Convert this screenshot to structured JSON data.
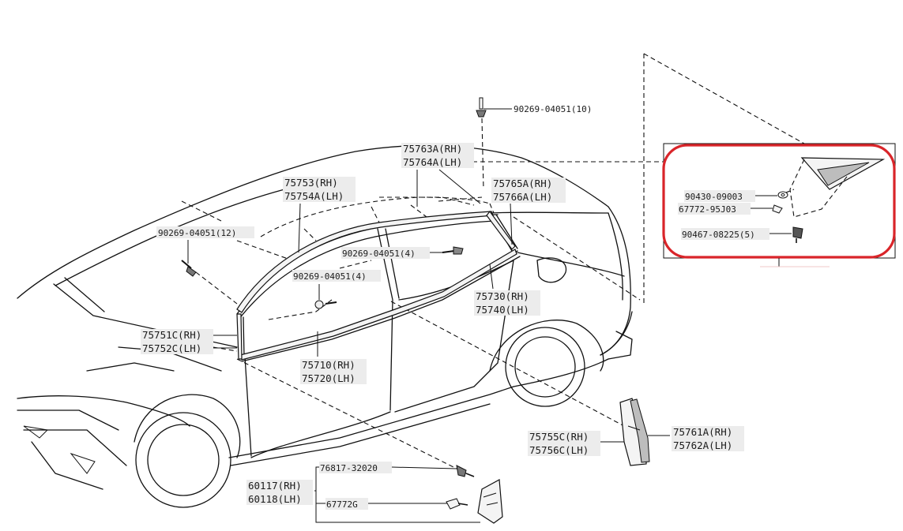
{
  "callouts": {
    "c90269_10": "90269-04051(10)",
    "c75763a": "75763A(RH)",
    "c75764a": "75764A(LH)",
    "c75765a": "75765A(RH)",
    "c75766a": "75766A(LH)",
    "c75753": "75753(RH)",
    "c75754a": "75754A(LH)",
    "c90269_12": "90269-04051(12)",
    "c90269_4a": "90269-04051(4)",
    "c90269_4b": "90269-04051(4)",
    "c75730": "75730(RH)",
    "c75740": "75740(LH)",
    "c75751c": "75751C(RH)",
    "c75752c": "75752C(LH)",
    "c75710": "75710(RH)",
    "c75720": "75720(LH)",
    "c75755c": "75755C(RH)",
    "c75756c": "75756C(LH)",
    "c75761a": "75761A(RH)",
    "c75762a": "75762A(LH)",
    "c76817": "76817-32020",
    "c60117": "60117(RH)",
    "c60118": "60118(LH)",
    "c67772g": "67772G"
  },
  "detail_inset": {
    "c90430": "90430-09003",
    "c67772_95j03": "67772-95J03",
    "c90467": "90467-08225(5)",
    "highlight_color": "#d9252a"
  }
}
